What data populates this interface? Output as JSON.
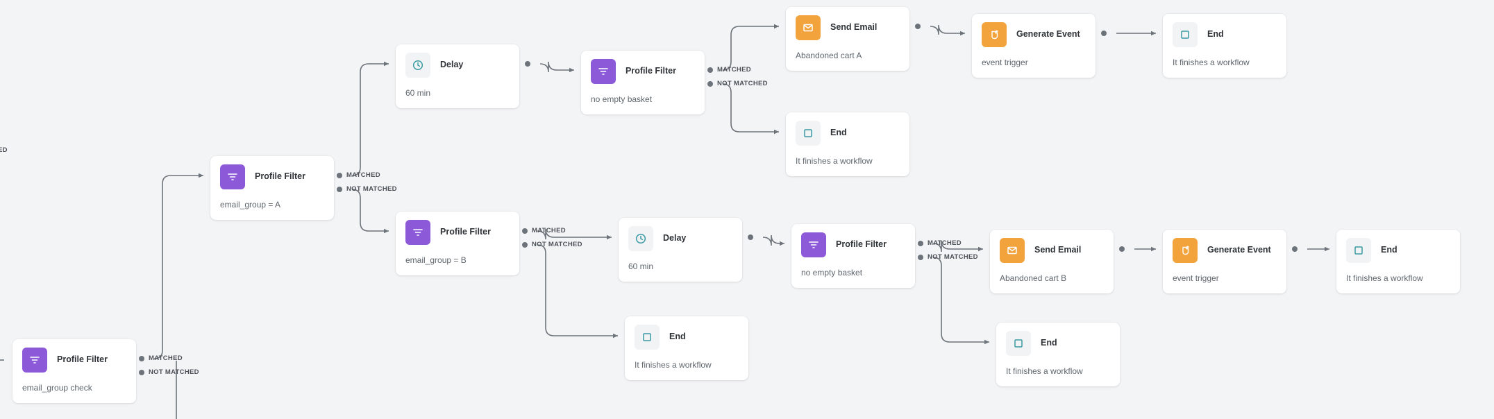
{
  "colors": {
    "filter_icon_bg": "#8c5ad8",
    "email_icon_bg": "#f3a33c",
    "end_icon_bg": "#f1f3f5",
    "connector": "#6d737a",
    "canvas_bg": "#f3f4f6"
  },
  "edge_label": "ED",
  "nodes": [
    {
      "id": "pf-check",
      "type": "filter",
      "icon": "filter-icon",
      "title": "Profile Filter",
      "subtitle": "email_group check",
      "outputs": [
        "MATCHED",
        "NOT MATCHED"
      ]
    },
    {
      "id": "pf-a",
      "type": "filter",
      "icon": "filter-icon",
      "title": "Profile Filter",
      "subtitle": "email_group = A",
      "outputs": [
        "MATCHED",
        "NOT MATCHED"
      ]
    },
    {
      "id": "pf-b",
      "type": "filter",
      "icon": "filter-icon",
      "title": "Profile Filter",
      "subtitle": "email_group = B",
      "outputs": [
        "MATCHED",
        "NOT MATCHED"
      ]
    },
    {
      "id": "delay-a",
      "type": "delay",
      "icon": "clock-icon",
      "title": "Delay",
      "subtitle": "60 min",
      "outputs": []
    },
    {
      "id": "delay-b",
      "type": "delay",
      "icon": "clock-icon",
      "title": "Delay",
      "subtitle": "60 min",
      "outputs": []
    },
    {
      "id": "pf-basket-a",
      "type": "filter",
      "icon": "filter-icon",
      "title": "Profile Filter",
      "subtitle": "no empty basket",
      "outputs": [
        "MATCHED",
        "NOT MATCHED"
      ]
    },
    {
      "id": "pf-basket-b",
      "type": "filter",
      "icon": "filter-icon",
      "title": "Profile Filter",
      "subtitle": "no empty basket",
      "outputs": [
        "MATCHED",
        "NOT MATCHED"
      ]
    },
    {
      "id": "email-a",
      "type": "email",
      "icon": "envelope-icon",
      "title": "Send Email",
      "subtitle": "Abandoned cart A",
      "outputs": []
    },
    {
      "id": "email-b",
      "type": "email",
      "icon": "envelope-icon",
      "title": "Send Email",
      "subtitle": "Abandoned cart B",
      "outputs": []
    },
    {
      "id": "event-a",
      "type": "event",
      "icon": "event-trigger-icon",
      "title": "Generate Event",
      "subtitle": "event trigger",
      "outputs": []
    },
    {
      "id": "event-b",
      "type": "event",
      "icon": "event-trigger-icon",
      "title": "Generate Event",
      "subtitle": "event trigger",
      "outputs": []
    },
    {
      "id": "end-a1",
      "type": "end",
      "icon": "stop-square-icon",
      "title": "End",
      "subtitle": "It finishes a workflow",
      "outputs": []
    },
    {
      "id": "end-a2",
      "type": "end",
      "icon": "stop-square-icon",
      "title": "End",
      "subtitle": "It finishes a workflow",
      "outputs": []
    },
    {
      "id": "end-b1",
      "type": "end",
      "icon": "stop-square-icon",
      "title": "End",
      "subtitle": "It finishes a workflow",
      "outputs": []
    },
    {
      "id": "end-b2",
      "type": "end",
      "icon": "stop-square-icon",
      "title": "End",
      "subtitle": "It finishes a workflow",
      "outputs": []
    },
    {
      "id": "end-b3",
      "type": "end",
      "icon": "stop-square-icon",
      "title": "End",
      "subtitle": "It finishes a workflow",
      "outputs": []
    }
  ],
  "edges": [
    {
      "from": "pf-check",
      "port": 0,
      "to": "pf-a"
    },
    {
      "from": "pf-a",
      "port": 0,
      "to": "delay-a"
    },
    {
      "from": "pf-a",
      "port": 1,
      "to": "pf-b"
    },
    {
      "from": "delay-a",
      "port": null,
      "to": "pf-basket-a"
    },
    {
      "from": "pf-basket-a",
      "port": 0,
      "to": "email-a"
    },
    {
      "from": "pf-basket-a",
      "port": 1,
      "to": "end-a1"
    },
    {
      "from": "email-a",
      "port": null,
      "to": "event-a"
    },
    {
      "from": "event-a",
      "port": null,
      "to": "end-a2"
    },
    {
      "from": "pf-b",
      "port": 0,
      "to": "delay-b"
    },
    {
      "from": "pf-b",
      "port": 1,
      "to": "end-b1"
    },
    {
      "from": "delay-b",
      "port": null,
      "to": "pf-basket-b"
    },
    {
      "from": "pf-basket-b",
      "port": 0,
      "to": "email-b"
    },
    {
      "from": "pf-basket-b",
      "port": 1,
      "to": "end-b2"
    },
    {
      "from": "email-b",
      "port": null,
      "to": "event-b"
    },
    {
      "from": "event-b",
      "port": null,
      "to": "end-b3"
    }
  ]
}
